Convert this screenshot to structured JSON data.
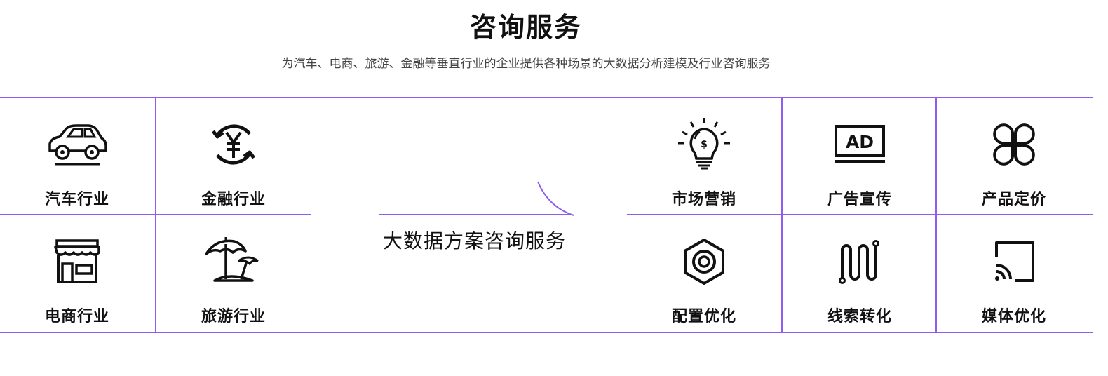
{
  "header": {
    "title": "咨询服务",
    "subtitle": "为汽车、电商、旅游、金融等垂直行业的企业提供各种场景的大数据分析建模及行业咨询服务"
  },
  "center": {
    "label": "大数据方案咨询服务"
  },
  "industries": [
    {
      "label": "汽车行业",
      "icon": "car-icon"
    },
    {
      "label": "金融行业",
      "icon": "yen-cycle-icon"
    },
    {
      "label": "电商行业",
      "icon": "storefront-icon"
    },
    {
      "label": "旅游行业",
      "icon": "beach-umbrella-icon"
    }
  ],
  "services": [
    {
      "label": "市场营销",
      "icon": "lightbulb-dollar-icon"
    },
    {
      "label": "广告宣传",
      "icon": "ad-screen-icon"
    },
    {
      "label": "产品定价",
      "icon": "clover-icon"
    },
    {
      "label": "配置优化",
      "icon": "hex-nut-icon"
    },
    {
      "label": "线索转化",
      "icon": "winding-path-icon"
    },
    {
      "label": "媒体优化",
      "icon": "cast-icon"
    }
  ],
  "colors": {
    "accent": "#8f5cf2",
    "text": "#111111",
    "subtext": "#444444"
  }
}
